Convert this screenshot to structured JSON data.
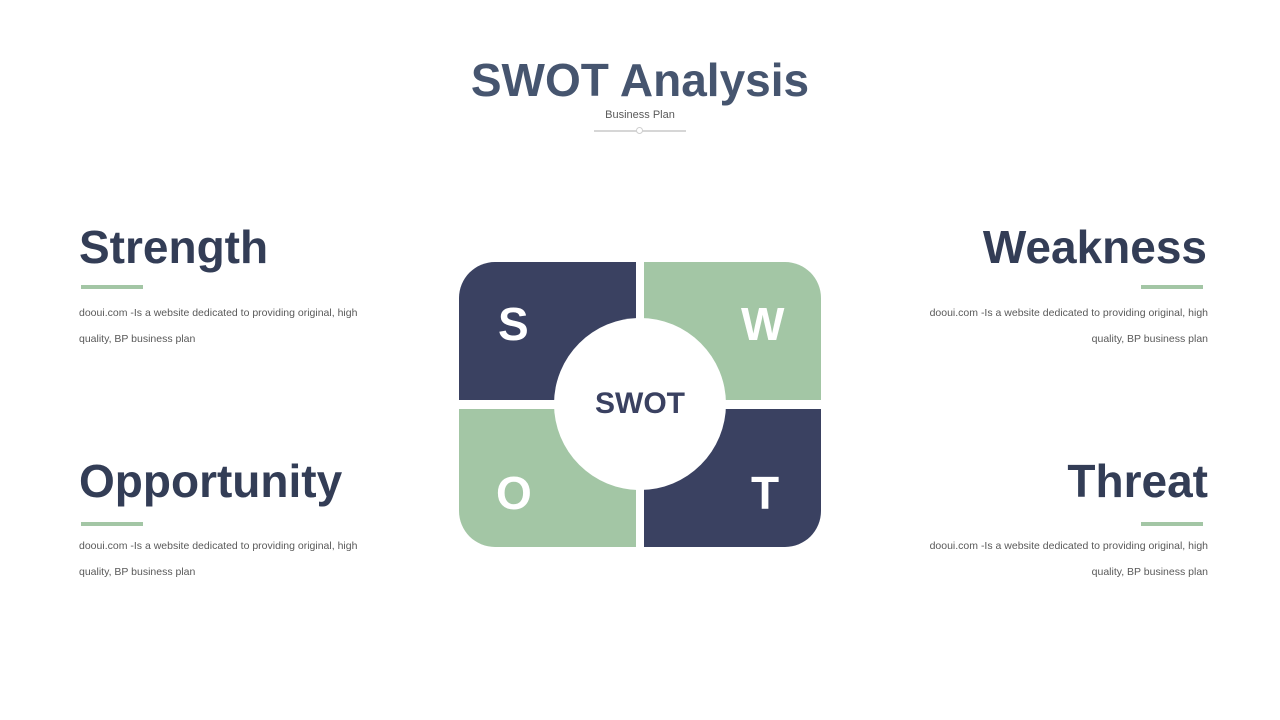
{
  "header": {
    "title": "SWOT Analysis",
    "subtitle": "Business Plan"
  },
  "diagram": {
    "center_label": "SWOT",
    "tiles": [
      {
        "letter": "S",
        "color": "#3a4161"
      },
      {
        "letter": "W",
        "color": "#a3c6a5"
      },
      {
        "letter": "O",
        "color": "#a3c6a5"
      },
      {
        "letter": "T",
        "color": "#3a4161"
      }
    ]
  },
  "quadrants": {
    "strength": {
      "heading": "Strength",
      "description": "dooui.com -Is a website dedicated to providing original,  high quality, BP business plan"
    },
    "weakness": {
      "heading": "Weakness",
      "description": "dooui.com -Is a website dedicated to providing original,  high quality, BP business plan"
    },
    "opportunity": {
      "heading": "Opportunity",
      "description": "dooui.com -Is a website dedicated to providing original,  high quality, BP business plan"
    },
    "threat": {
      "heading": "Threat",
      "description": "dooui.com -Is a website dedicated to providing original,  high quality, BP business plan"
    }
  },
  "colors": {
    "navy": "#3a4161",
    "sage": "#a3c6a5",
    "heading": "#333d56",
    "title": "#46556f",
    "body_text": "#595959"
  }
}
